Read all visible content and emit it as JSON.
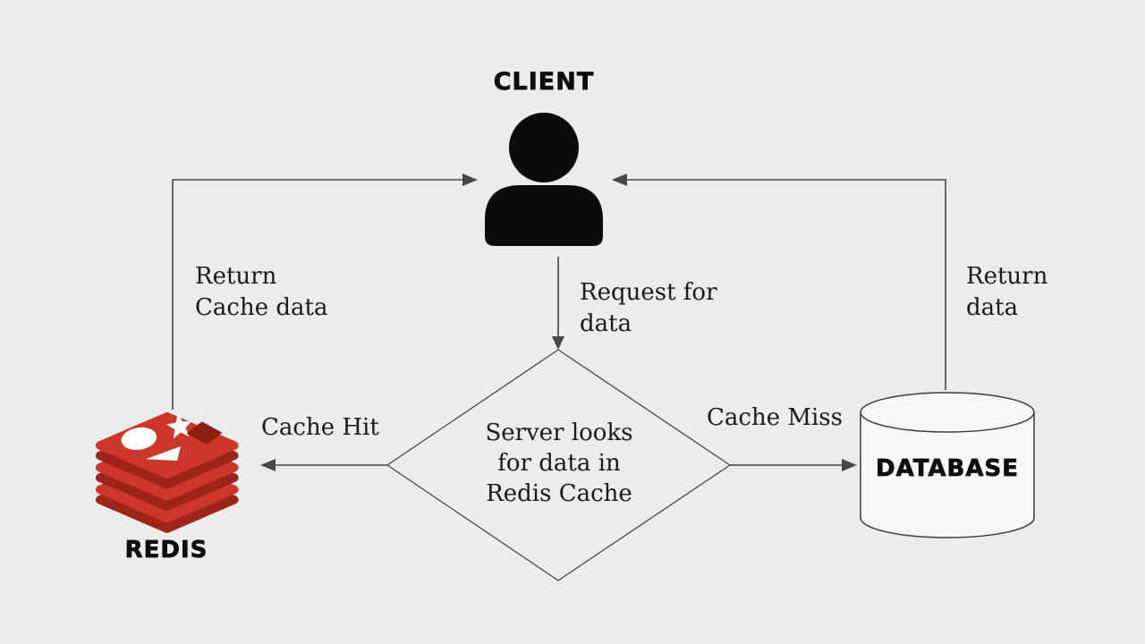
{
  "nodes": {
    "client": {
      "label": "CLIENT",
      "icon": "person-icon"
    },
    "decision": {
      "text": "Server looks\nfor data in\nRedis Cache"
    },
    "redis": {
      "label": "REDIS",
      "icon": "redis-cube-stack-icon"
    },
    "database": {
      "label": "DATABASE",
      "icon": "database-cylinder-icon"
    }
  },
  "edges": {
    "request": {
      "label": "Request for\ndata",
      "from": "client",
      "to": "decision"
    },
    "cache_hit": {
      "label": "Cache Hit",
      "from": "decision",
      "to": "redis"
    },
    "cache_miss": {
      "label": "Cache Miss",
      "from": "decision",
      "to": "database"
    },
    "return_cache": {
      "label": "Return\nCache data",
      "from": "redis",
      "to": "client"
    },
    "return_data": {
      "label": "Return\ndata",
      "from": "database",
      "to": "client"
    }
  },
  "colors": {
    "background": "#ececec",
    "line": "#474747",
    "node_fill": "#f7f7f5",
    "icon_black": "#0b0b0b",
    "redis_red": "#cd372a",
    "redis_dark": "#9c2418",
    "redis_hole": "#8a1f12",
    "shape_white": "#ffffff"
  }
}
